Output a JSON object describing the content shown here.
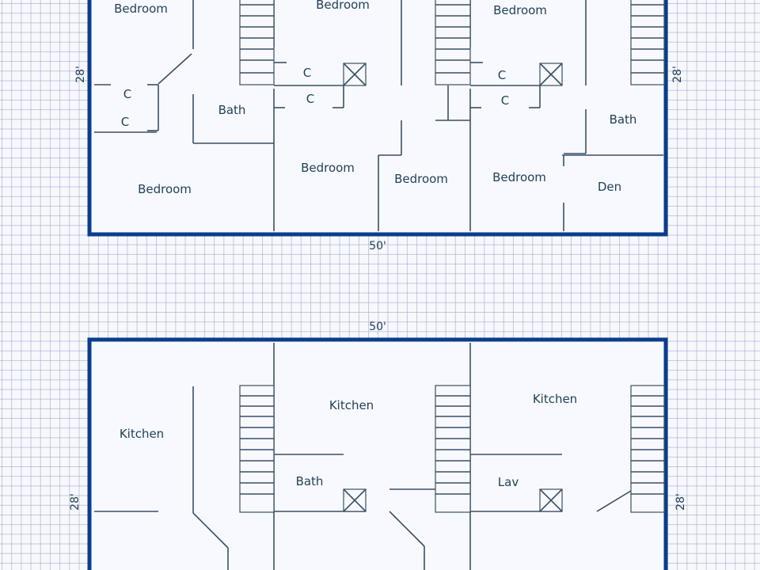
{
  "colors": {
    "outer_wall": "#0a3d8c",
    "inner_wall": "#3c4f63",
    "grid": "#a5accd",
    "label": "#1f3f59"
  },
  "icons": [
    "staircase-icon",
    "chimney-box-icon"
  ],
  "upper_floor": {
    "width_label": "50'",
    "depth_label_left": "28'",
    "depth_label_right": "28'",
    "rooms": {
      "bedroom_1": "Bedroom",
      "bedroom_2": "Bedroom",
      "bedroom_3": "Bedroom",
      "bedroom_4": "Bedroom",
      "bedroom_5": "Bedroom",
      "bedroom_6": "Bedroom",
      "bedroom_7": "Bedroom",
      "bath_1": "Bath",
      "bath_2": "Bath",
      "den": "Den",
      "closet_1": "C",
      "closet_2": "C",
      "closet_3": "C",
      "closet_4": "C",
      "closet_5": "C",
      "closet_6": "C"
    }
  },
  "lower_floor": {
    "width_label": "50'",
    "depth_label_left": "28'",
    "depth_label_right": "28'",
    "rooms": {
      "kitchen_1": "Kitchen",
      "kitchen_2": "Kitchen",
      "kitchen_3": "Kitchen",
      "bath": "Bath",
      "lav": "Lav"
    }
  }
}
